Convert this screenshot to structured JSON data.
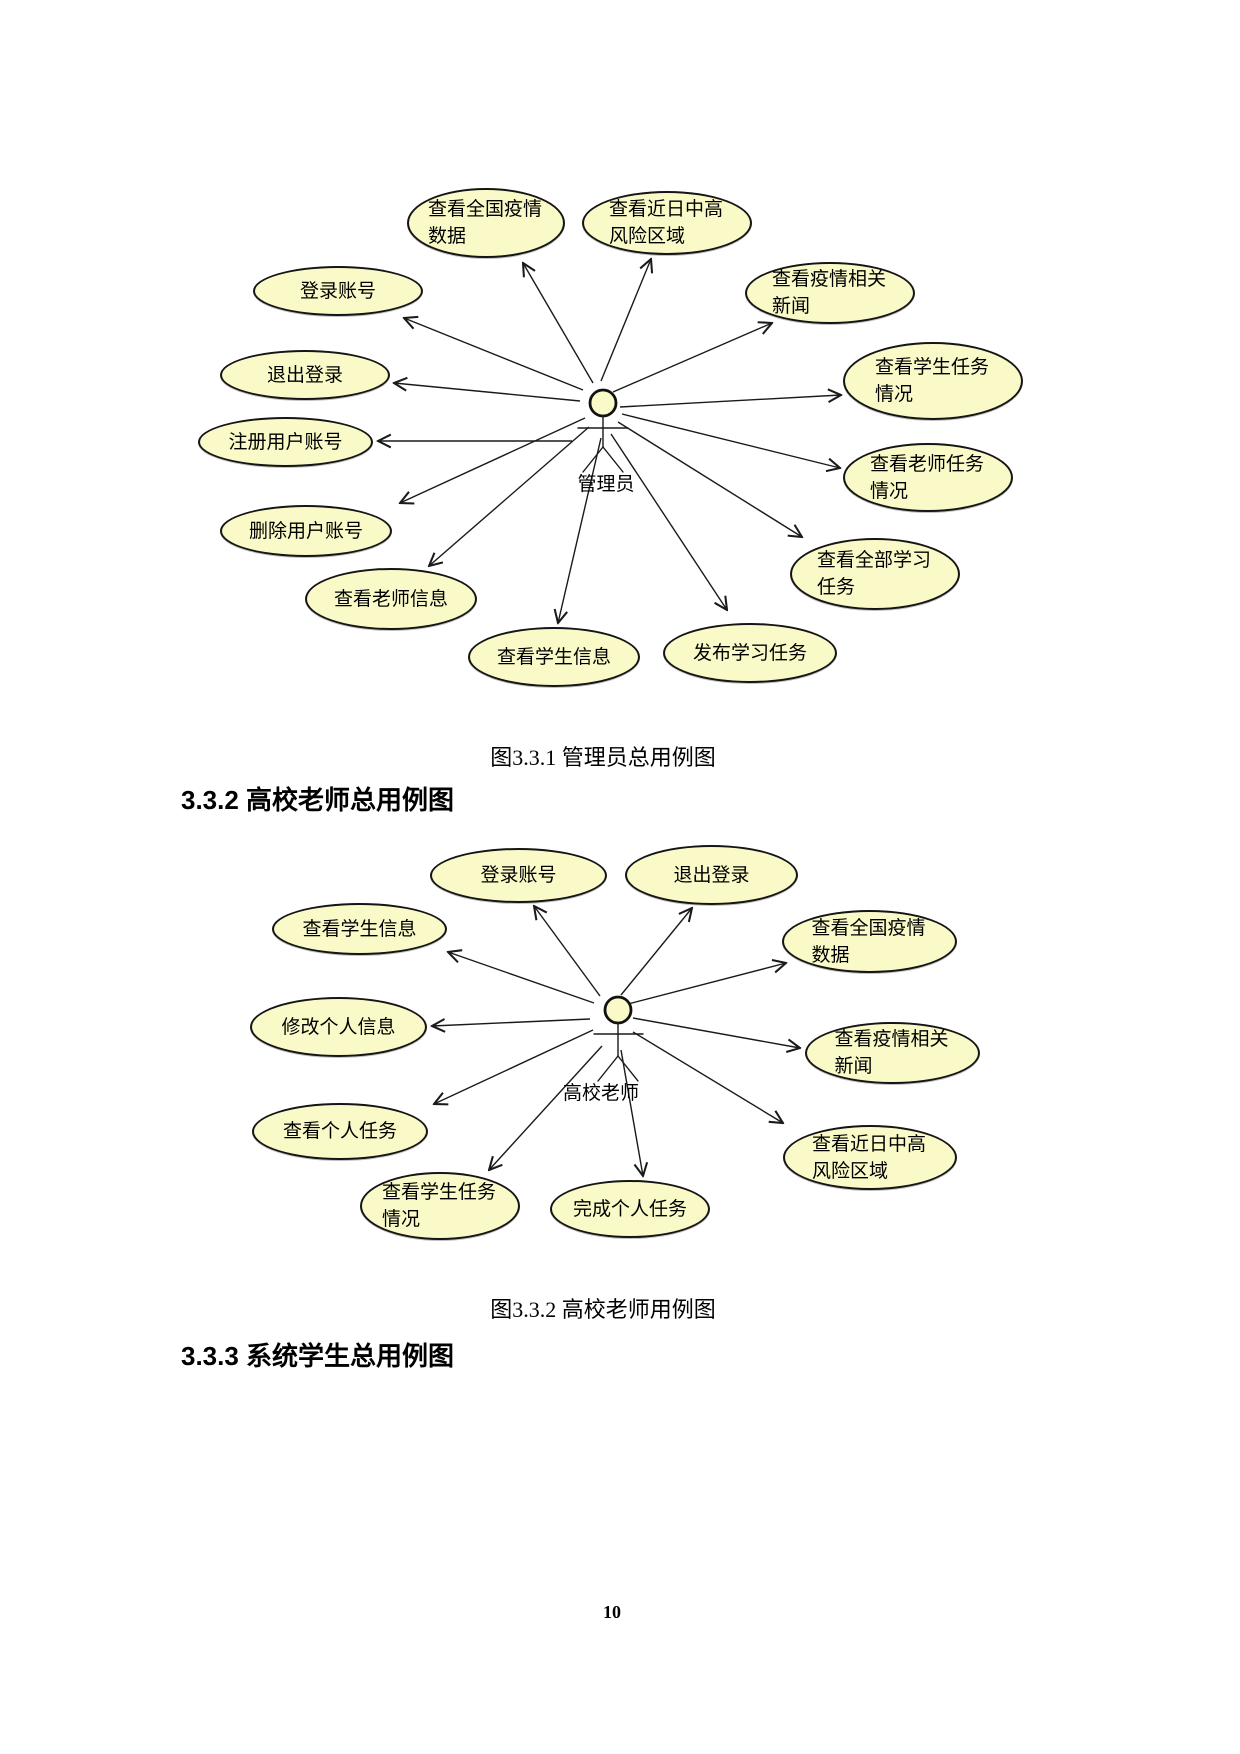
{
  "page": {
    "number": "10"
  },
  "colors": {
    "ellipse_fill": "#FAFAC8",
    "stroke": "#1a1a1a",
    "background": "#ffffff"
  },
  "diagram1": {
    "actor": "管理员",
    "caption": "图3.3.1 管理员总用例图",
    "usecases": [
      {
        "label": "查看全国疫情数据"
      },
      {
        "label": "查看近日中高风险区域"
      },
      {
        "label": "登录账号"
      },
      {
        "label": "查看疫情相关新闻"
      },
      {
        "label": "退出登录"
      },
      {
        "label": "查看学生任务情况"
      },
      {
        "label": "注册用户账号"
      },
      {
        "label": "查看老师任务情况"
      },
      {
        "label": "删除用户账号"
      },
      {
        "label": "查看全部学习任务"
      },
      {
        "label": "查看老师信息"
      },
      {
        "label": "查看学生信息"
      },
      {
        "label": "发布学习任务"
      }
    ]
  },
  "heading_332": "3.3.2 高校老师总用例图",
  "diagram2": {
    "actor": "高校老师",
    "caption": "图3.3.2 高校老师用例图",
    "usecases": [
      {
        "label": "登录账号"
      },
      {
        "label": "退出登录"
      },
      {
        "label": "查看学生信息"
      },
      {
        "label": "查看全国疫情数据"
      },
      {
        "label": "修改个人信息"
      },
      {
        "label": "查看疫情相关新闻"
      },
      {
        "label": "查看个人任务"
      },
      {
        "label": "查看近日中高风险区域"
      },
      {
        "label": "查看学生任务情况"
      },
      {
        "label": "完成个人任务"
      }
    ]
  },
  "heading_333": "3.3.3 系统学生总用例图"
}
